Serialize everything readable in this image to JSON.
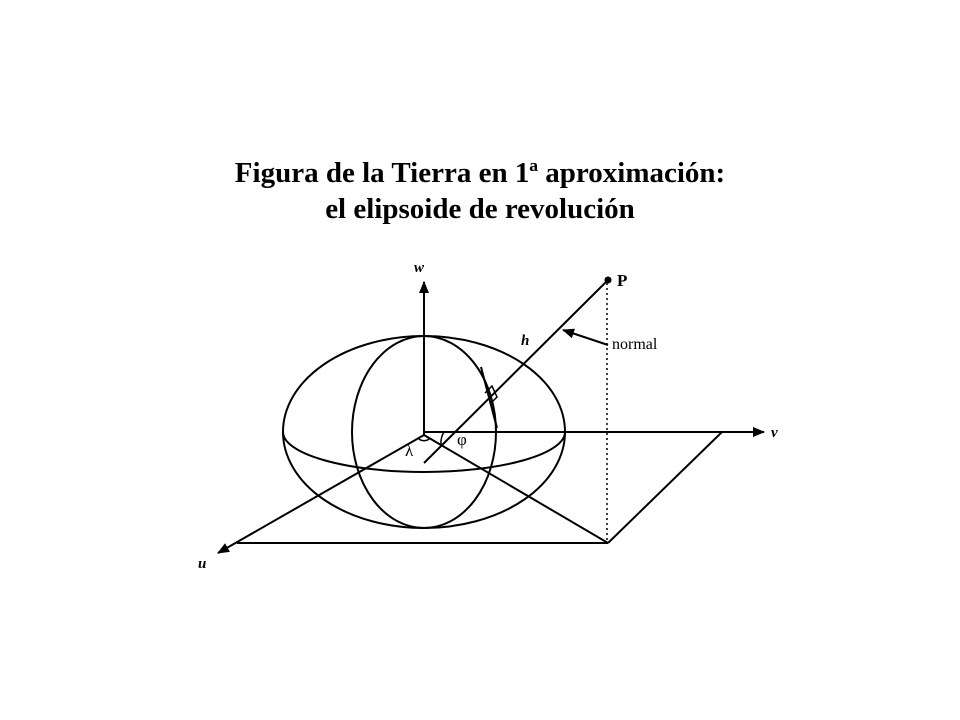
{
  "title": {
    "line1": "Figura de la Tierra en 1ª aproximación:",
    "line2": "el elipsoide de revolución"
  },
  "diagram": {
    "axes": {
      "u": "u",
      "v": "v",
      "w": "w"
    },
    "point_label": "P",
    "height_label": "h",
    "normal_label": "normal",
    "longitude_label": "λ",
    "latitude_label": "φ"
  }
}
